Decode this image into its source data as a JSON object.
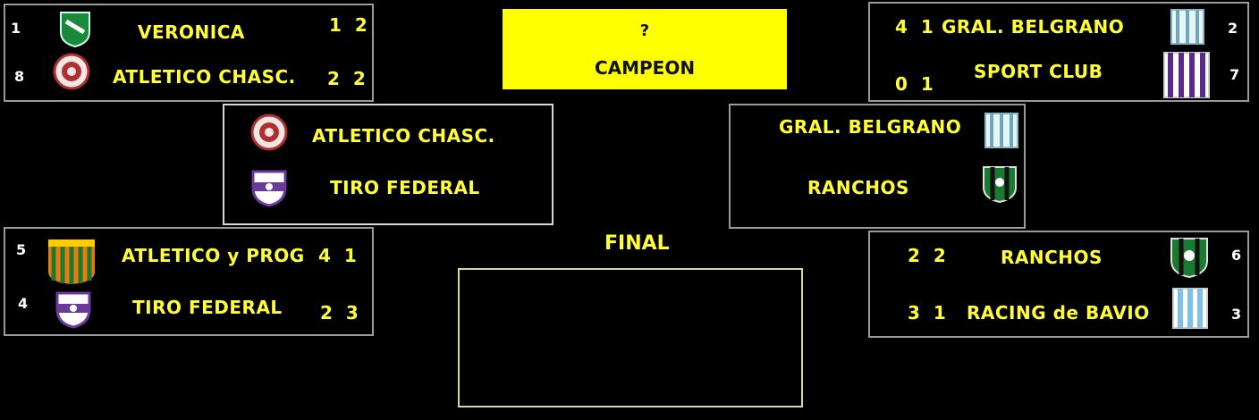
{
  "qf_tl": {
    "team1": {
      "seed": "1",
      "name": "VERONICA",
      "score": "1 2"
    },
    "team2": {
      "seed": "8",
      "name": "ATLETICO CHASC.",
      "score": "2 2"
    }
  },
  "qf_bl": {
    "team1": {
      "seed": "5",
      "name": "ATLETICO y PROG",
      "score": "4 1"
    },
    "team2": {
      "seed": "4",
      "name": "TIRO FEDERAL",
      "score": "2 3"
    }
  },
  "qf_tr": {
    "team1": {
      "seed": "2",
      "name": "GRAL. BELGRANO",
      "score": "4 1"
    },
    "team2": {
      "seed": "7",
      "name": "SPORT CLUB",
      "score": "0 1"
    }
  },
  "qf_br": {
    "team1": {
      "seed": "6",
      "name": "RANCHOS",
      "score": "2 2"
    },
    "team2": {
      "seed": "3",
      "name": "RACING de BAVIO",
      "score": "3 1"
    }
  },
  "sf_left": {
    "team1": "ATLETICO CHASC.",
    "team2": "TIRO FEDERAL"
  },
  "sf_right": {
    "team1": "GRAL. BELGRANO",
    "team2": "RANCHOS"
  },
  "champion": {
    "name": "?",
    "label": "CAMPEON"
  },
  "final": {
    "label": "FINAL"
  },
  "colors": {
    "text": "#ffff33",
    "champion_bg": "#ffff00",
    "background": "#000000"
  }
}
